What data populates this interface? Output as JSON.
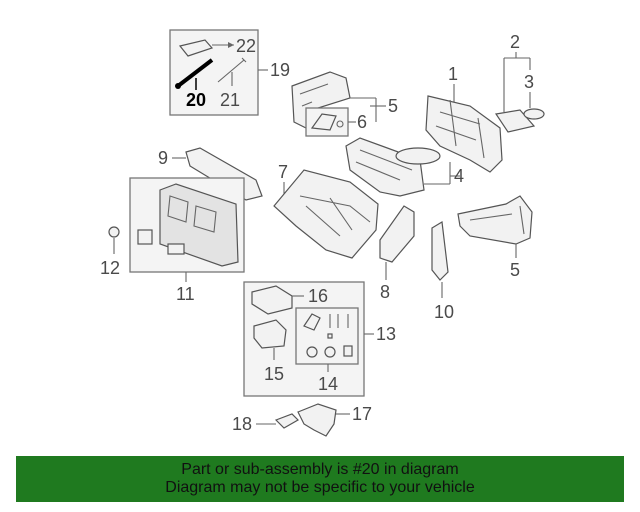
{
  "callouts": {
    "c1": "1",
    "c2": "2",
    "c3": "3",
    "c4": "4",
    "c5a": "5",
    "c5b": "5",
    "c6": "6",
    "c7": "7",
    "c8": "8",
    "c9": "9",
    "c10": "10",
    "c11": "11",
    "c12": "12",
    "c13": "13",
    "c14": "14",
    "c15": "15",
    "c16": "16",
    "c17": "17",
    "c18": "18",
    "c19": "19",
    "c20": "20",
    "c21": "21",
    "c22": "22"
  },
  "highlighted_part": "20",
  "banner": {
    "line1": "Part or sub-assembly is #20 in diagram",
    "line2": "Diagram may not be specific to your vehicle",
    "color": "#1f7a1f"
  }
}
